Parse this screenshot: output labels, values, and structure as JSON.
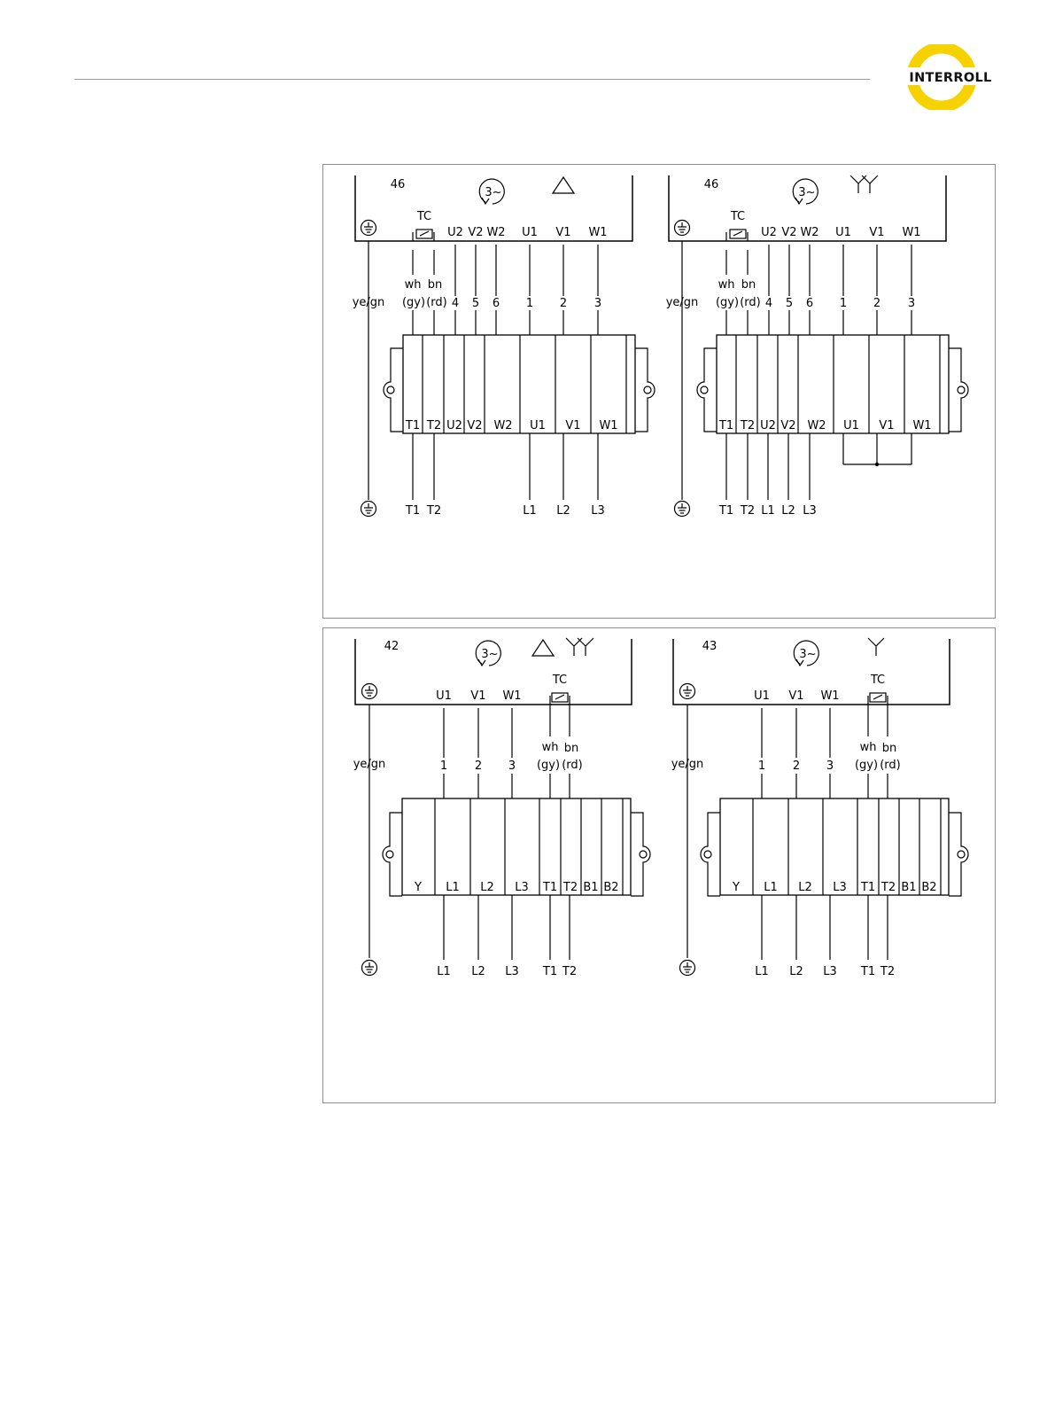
{
  "header": {
    "logo_text": "INTERROLL"
  },
  "colors": {
    "logo_ring": "#f6d200",
    "logo_text": "#111111",
    "rule": "#9a9a9a",
    "frame": "#8c8c8c"
  },
  "diagrams": [
    {
      "number": "46",
      "rotation": "3~",
      "symbol": "delta",
      "tc": "TC",
      "wh": "wh",
      "bn": "bn",
      "gy": "(gy)",
      "rd": "(rd)",
      "pe": "ye/gn",
      "winding_labels": [
        "U2",
        "V2",
        "W2",
        "U1",
        "V1",
        "W1"
      ],
      "lead_numbers": [
        "4",
        "5",
        "6",
        "1",
        "2",
        "3"
      ],
      "terminals": [
        "T1",
        "T2",
        "U2",
        "V2",
        "W2",
        "U1",
        "V1",
        "W1"
      ],
      "supply": [
        "T1",
        "T2",
        "L1",
        "L2",
        "L3"
      ]
    },
    {
      "number": "46",
      "rotation": "3~",
      "symbol": "double-star",
      "tc": "TC",
      "wh": "wh",
      "bn": "bn",
      "gy": "(gy)",
      "rd": "(rd)",
      "pe": "ye/gn",
      "winding_labels": [
        "U2",
        "V2",
        "W2",
        "U1",
        "V1",
        "W1"
      ],
      "lead_numbers": [
        "4",
        "5",
        "6",
        "1",
        "2",
        "3"
      ],
      "terminals": [
        "T1",
        "T2",
        "U2",
        "V2",
        "W2",
        "U1",
        "V1",
        "W1"
      ],
      "supply": [
        "T1",
        "T2",
        "L1",
        "L2",
        "L3"
      ]
    },
    {
      "number": "42",
      "rotation": "3~",
      "symbol": "delta-double-star",
      "tc": "TC",
      "wh": "wh",
      "bn": "bn",
      "gy": "(gy)",
      "rd": "(rd)",
      "pe": "ye/gn",
      "winding_labels": [
        "U1",
        "V1",
        "W1"
      ],
      "lead_numbers": [
        "1",
        "2",
        "3"
      ],
      "terminals": [
        "Y",
        "L1",
        "L2",
        "L3",
        "T1",
        "T2",
        "B1",
        "B2"
      ],
      "supply": [
        "L1",
        "L2",
        "L3",
        "T1",
        "T2"
      ]
    },
    {
      "number": "43",
      "rotation": "3~",
      "symbol": "star",
      "tc": "TC",
      "wh": "wh",
      "bn": "bn",
      "gy": "(gy)",
      "rd": "(rd)",
      "pe": "ye/gn",
      "winding_labels": [
        "U1",
        "V1",
        "W1"
      ],
      "lead_numbers": [
        "1",
        "2",
        "3"
      ],
      "terminals": [
        "Y",
        "L1",
        "L2",
        "L3",
        "T1",
        "T2",
        "B1",
        "B2"
      ],
      "supply": [
        "L1",
        "L2",
        "L3",
        "T1",
        "T2"
      ]
    }
  ]
}
